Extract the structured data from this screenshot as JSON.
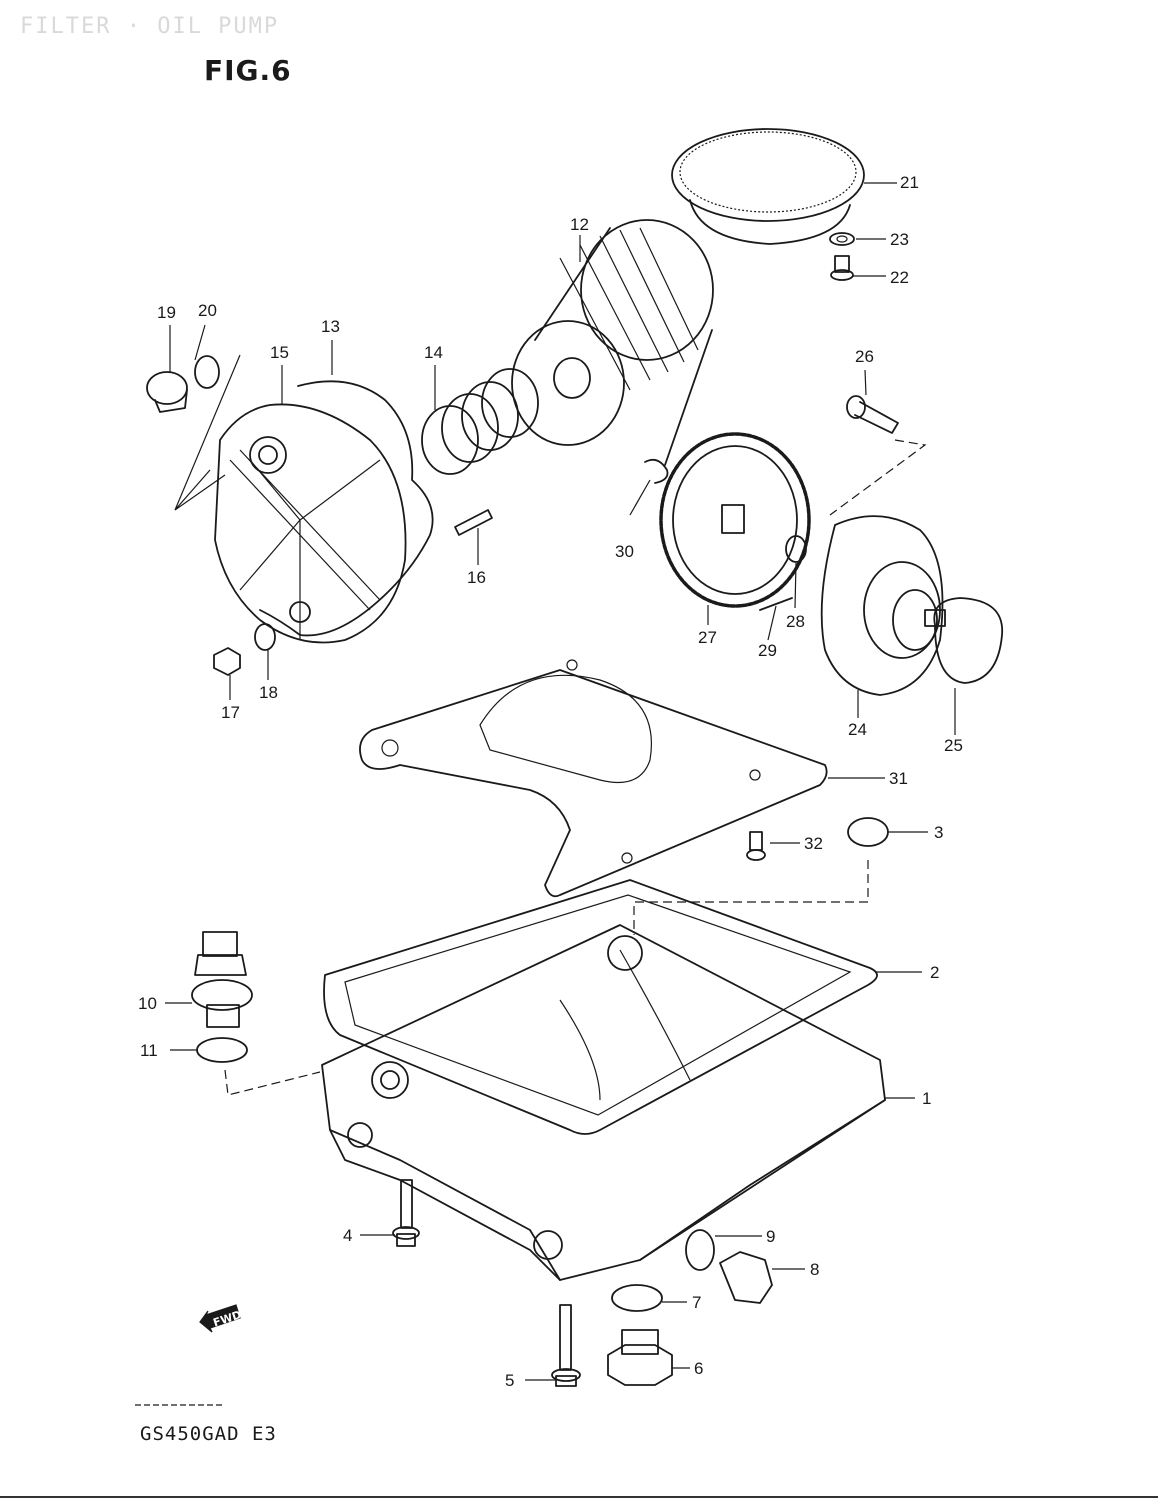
{
  "header": {
    "section_title": "FILTER · OIL PUMP",
    "figure_label": "FIG.6"
  },
  "footer": {
    "model_code": "GS450GAD E3",
    "fwd_label": "FWD"
  },
  "callouts": [
    "1",
    "2",
    "3",
    "4",
    "5",
    "6",
    "7",
    "8",
    "9",
    "10",
    "11",
    "12",
    "13",
    "14",
    "15",
    "16",
    "17",
    "18",
    "19",
    "20",
    "21",
    "22",
    "23",
    "24",
    "25",
    "26",
    "27",
    "28",
    "29",
    "30",
    "31",
    "32"
  ]
}
